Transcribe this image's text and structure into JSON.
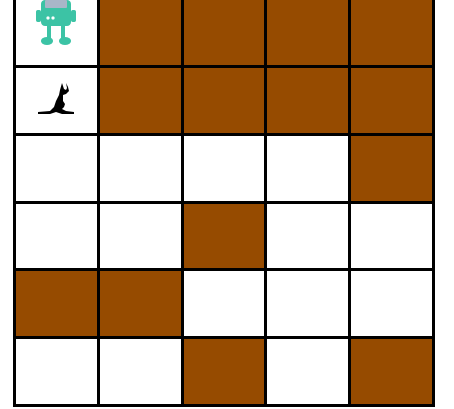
{
  "grid": {
    "rows": 6,
    "cols": 5,
    "cells": [
      [
        "robot",
        "wall",
        "wall",
        "wall",
        "wall"
      ],
      [
        "kangaroo",
        "wall",
        "wall",
        "wall",
        "wall"
      ],
      [
        "empty",
        "empty",
        "empty",
        "empty",
        "wall"
      ],
      [
        "empty",
        "empty",
        "wall",
        "empty",
        "empty"
      ],
      [
        "wall",
        "wall",
        "empty",
        "empty",
        "empty"
      ],
      [
        "empty",
        "empty",
        "wall",
        "empty",
        "wall"
      ]
    ]
  },
  "colors": {
    "wall": "#964b00",
    "empty": "#ffffff",
    "grid_line": "#000000",
    "robot_body": "#3cc3a5",
    "robot_screen": "#a9b6c8",
    "kangaroo": "#000000"
  },
  "icons": {
    "robot": "robot-icon",
    "kangaroo": "kangaroo-icon"
  }
}
